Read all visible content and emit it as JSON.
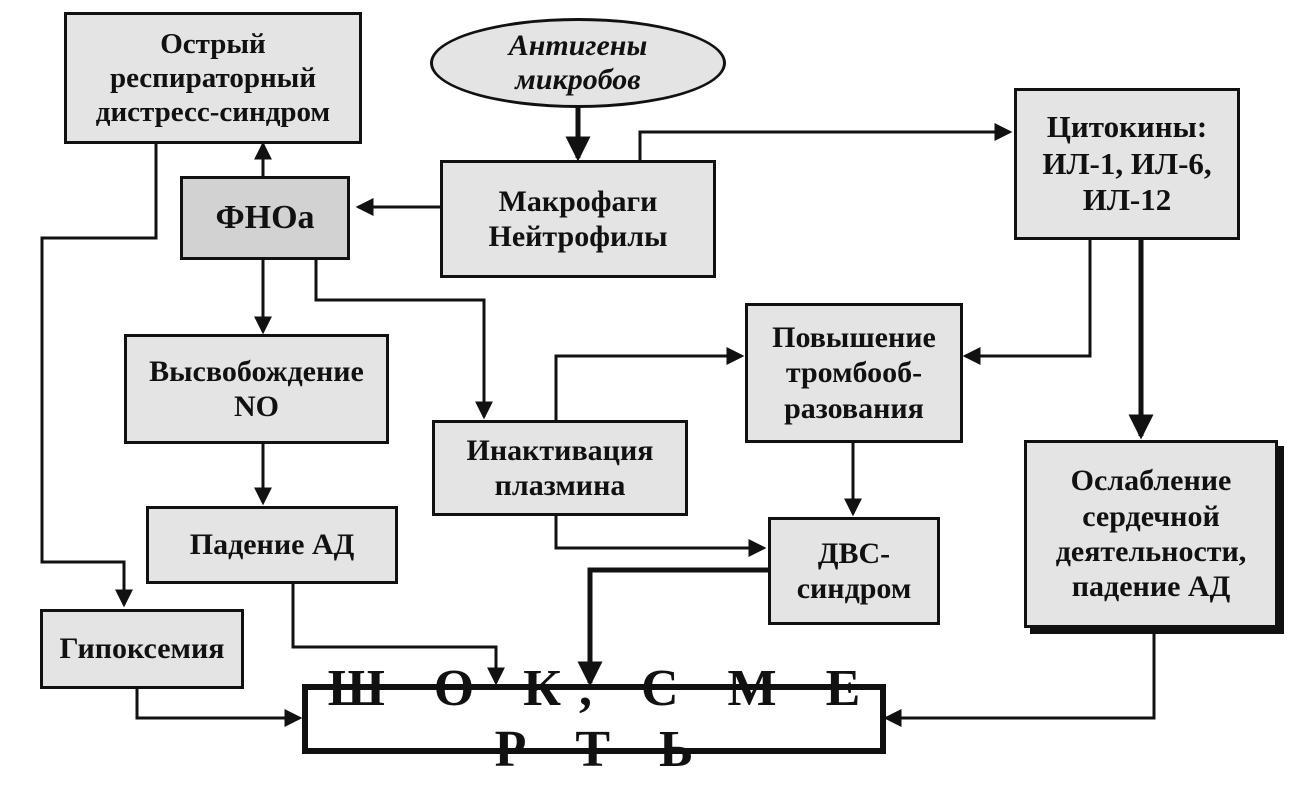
{
  "diagram": {
    "nodes": {
      "antigens": "Антигены\nмикробов",
      "ards": "Острый\nреспираторный\nдистресс-синдром",
      "fnoa": "ФНОа",
      "macrophages": "Макрофаги\nНейтрофилы",
      "cytokines": "Цитокины:\nИЛ-1, ИЛ-6,\nИЛ-12",
      "no_release": "Высвобождение\nNO",
      "thrombosis": "Повышение\nтромбооб-\nразования",
      "plasmin": "Инактивация\nплазмина",
      "bp_drop": "Падение АД",
      "dic": "ДВС-\nсиндром",
      "heart_weak": "Ослабление\nсердечной\nдеятельности,\nпадение АД",
      "hypoxemia": "Гипоксемия",
      "shock": "Ш О К, С М Е Р Т Ь"
    },
    "edges": [
      {
        "from": "antigens",
        "to": "macrophages"
      },
      {
        "from": "macrophages",
        "to": "fnoa"
      },
      {
        "from": "macrophages",
        "to": "cytokines"
      },
      {
        "from": "fnoa",
        "to": "ards"
      },
      {
        "from": "fnoa",
        "to": "no_release"
      },
      {
        "from": "fnoa",
        "to": "plasmin"
      },
      {
        "from": "ards",
        "to": "hypoxemia"
      },
      {
        "from": "no_release",
        "to": "bp_drop"
      },
      {
        "from": "bp_drop",
        "to": "shock"
      },
      {
        "from": "hypoxemia",
        "to": "shock"
      },
      {
        "from": "plasmin",
        "to": "thrombosis"
      },
      {
        "from": "plasmin",
        "to": "dic"
      },
      {
        "from": "thrombosis",
        "to": "dic"
      },
      {
        "from": "cytokines",
        "to": "thrombosis"
      },
      {
        "from": "cytokines",
        "to": "heart_weak"
      },
      {
        "from": "dic",
        "to": "shock"
      },
      {
        "from": "heart_weak",
        "to": "shock"
      }
    ]
  }
}
